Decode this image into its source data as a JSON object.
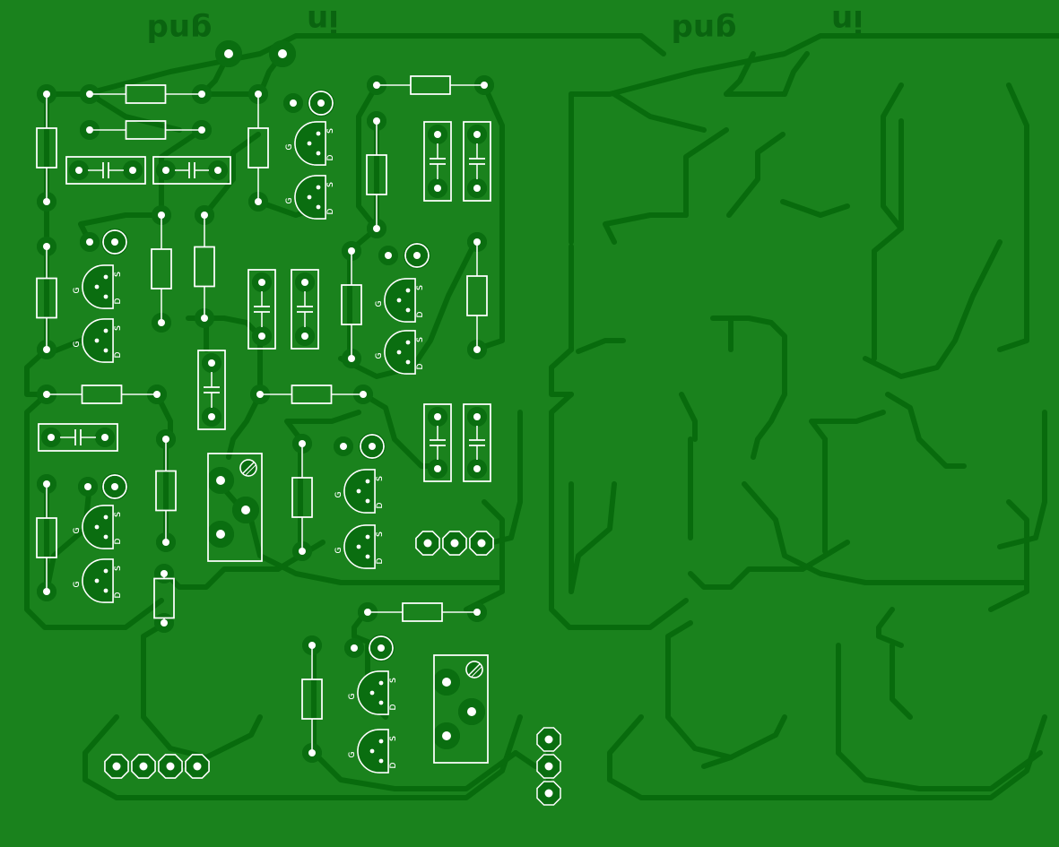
{
  "board": {
    "colors": {
      "background": "#1a821d",
      "trace": "#086b0d",
      "copper_pad": "#0a6e10",
      "silkscreen": "#ffffff",
      "silk_text": "#0a6410"
    },
    "labels": {
      "left_gnd": "gnd",
      "left_in": "in",
      "right_gnd": "gnd",
      "right_in": "in"
    },
    "transistor_pins": {
      "gate": "G",
      "source": "S",
      "drain": "D"
    },
    "icons": [
      "pad-icon",
      "resistor-icon",
      "capacitor-icon",
      "transistor-icon",
      "trimmer-icon",
      "header-icon"
    ]
  }
}
